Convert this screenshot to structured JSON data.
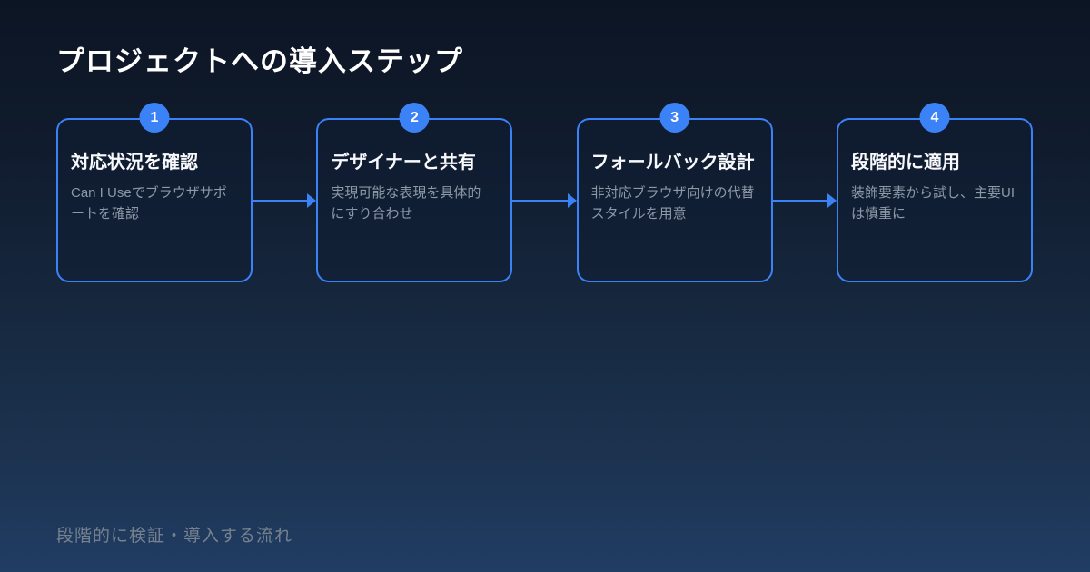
{
  "page": {
    "title": "プロジェクトへの導入ステップ",
    "caption": "段階的に検証・導入する流れ"
  },
  "colors": {
    "accent": "#3b82f6",
    "background_top": "#0c1524",
    "background_bottom": "#203d63",
    "card_border": "#3b82f6",
    "title_text": "#ffffff",
    "description_text": "#8d98a8",
    "caption_text": "#76818f"
  },
  "steps": [
    {
      "number": "1",
      "title": "対応状況を確認",
      "description": "Can I Useでブラウザサポートを確認"
    },
    {
      "number": "2",
      "title": "デザイナーと共有",
      "description": "実現可能な表現を具体的にすり合わせ"
    },
    {
      "number": "3",
      "title": "フォールバック設計",
      "description": "非対応ブラウザ向けの代替スタイルを用意"
    },
    {
      "number": "4",
      "title": "段階的に適用",
      "description": "装飾要素から試し、主要UIは慎重に"
    }
  ]
}
